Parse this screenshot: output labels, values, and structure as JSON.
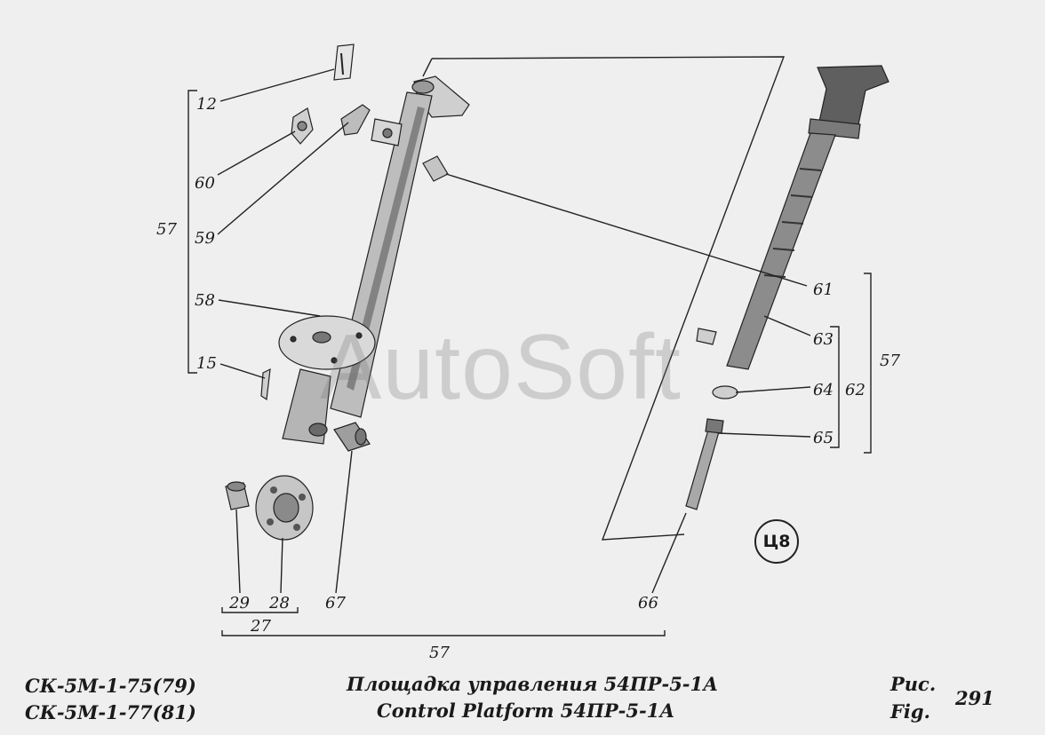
{
  "watermark": "AutoSoft",
  "badge": "Ц8",
  "callouts": {
    "c12": "12",
    "c60": "60",
    "c59": "59",
    "c57_left": "57",
    "c58": "58",
    "c15": "15",
    "c61": "61",
    "c63": "63",
    "c64": "64",
    "c65": "65",
    "c62": "62",
    "c57_right": "57",
    "c29": "29",
    "c28": "28",
    "c27": "27",
    "c67": "67",
    "c66": "66",
    "c57_bottom": "57"
  },
  "footer": {
    "model_line1": "СК-5М-1-75(79)",
    "model_line2": "СК-5М-1-77(81)",
    "title_ru": "Площадка управления 54ПР-5-1А",
    "title_en": "Control Platform 54ПР-5-1А",
    "fig_ru": "Рис.",
    "fig_en": "Fig.",
    "fig_number": "291"
  }
}
